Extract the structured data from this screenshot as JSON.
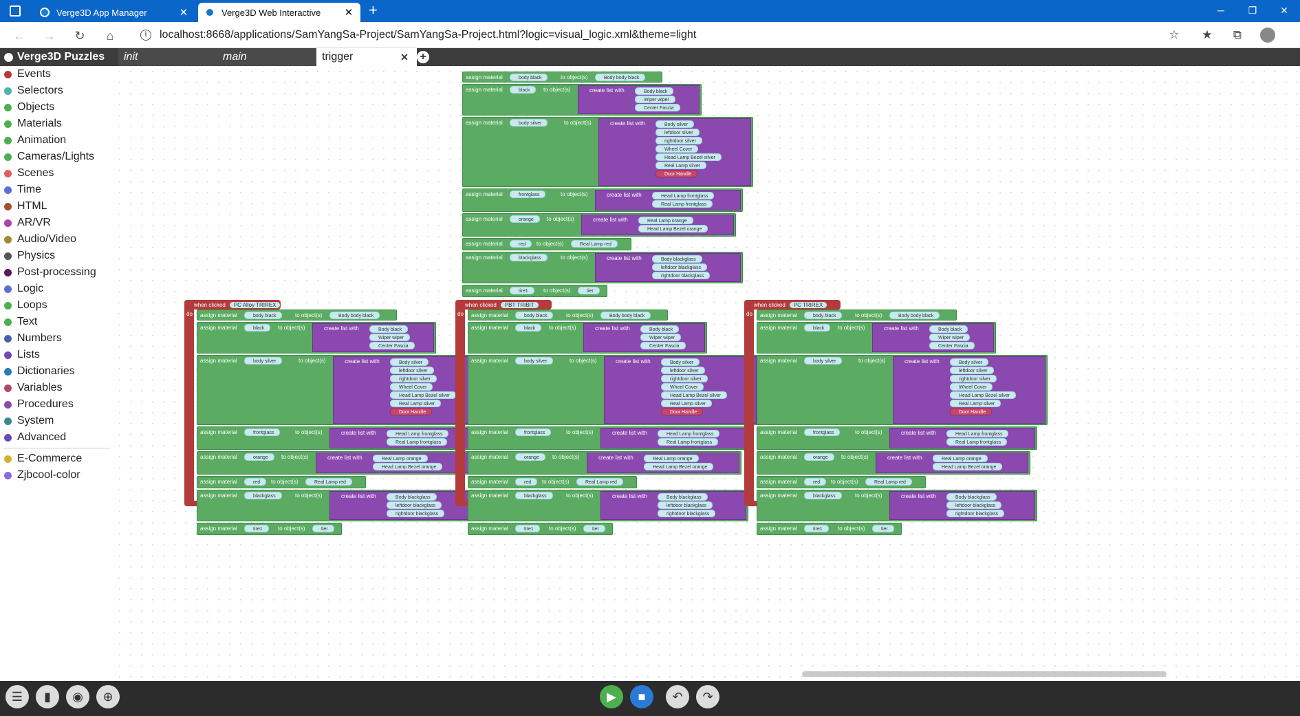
{
  "browser": {
    "tabs": [
      {
        "title": "Verge3D App Manager"
      },
      {
        "title": "Verge3D Web Interactive"
      }
    ],
    "url": "localhost:8668/applications/SamYangSa-Project/SamYangSa-Project.html?logic=visual_logic.xml&theme=light"
  },
  "header": {
    "logo": "Verge3D Puzzles",
    "tabs": [
      "init",
      "main",
      "trigger"
    ]
  },
  "toolbox": {
    "categories": [
      {
        "label": "Events",
        "color": "#b23b3b"
      },
      {
        "label": "Selectors",
        "color": "#4bb3b3"
      },
      {
        "label": "Objects",
        "color": "#4caf50"
      },
      {
        "label": "Materials",
        "color": "#4caf50"
      },
      {
        "label": "Animation",
        "color": "#4caf50"
      },
      {
        "label": "Cameras/Lights",
        "color": "#4caf50"
      },
      {
        "label": "Scenes",
        "color": "#e06060"
      },
      {
        "label": "Time",
        "color": "#5b6fd6"
      },
      {
        "label": "HTML",
        "color": "#a0522d"
      },
      {
        "label": "AR/VR",
        "color": "#b03fb0"
      },
      {
        "label": "Audio/Video",
        "color": "#a08a3a"
      },
      {
        "label": "Physics",
        "color": "#555555"
      },
      {
        "label": "Post-processing",
        "color": "#5a1a5a"
      },
      {
        "label": "Logic",
        "color": "#5b6fd6"
      },
      {
        "label": "Loops",
        "color": "#4caf50"
      },
      {
        "label": "Text",
        "color": "#4caf50"
      },
      {
        "label": "Numbers",
        "color": "#4a5fb0"
      },
      {
        "label": "Lists",
        "color": "#6a4bb0"
      },
      {
        "label": "Dictionaries",
        "color": "#2a7bb0"
      },
      {
        "label": "Variables",
        "color": "#b04a6a"
      },
      {
        "label": "Procedures",
        "color": "#8a4bb0"
      },
      {
        "label": "System",
        "color": "#3a8a8a"
      },
      {
        "label": "Advanced",
        "color": "#6a4bb0"
      }
    ],
    "extras": [
      {
        "label": "E-Commerce",
        "color": "#d4b030"
      },
      {
        "label": "Zjbcool-color",
        "color": "#8a6ae0"
      }
    ]
  },
  "puzzles": {
    "assign_label": "assign material",
    "to_label": "to object(s)",
    "list_label": "create list with",
    "when_label": "when clicked",
    "do_label": "do",
    "top_group": {
      "rows": [
        {
          "mat": "body black",
          "objs": [
            "Body body black"
          ]
        },
        {
          "mat": "black",
          "objs": [
            "Body black",
            "Wiper wiper",
            "Center Fascia"
          ]
        },
        {
          "mat": "body silver",
          "objs": [
            "Body silver",
            "leftdoor silver",
            "rightdoor silver",
            "Wheel Cover",
            "Head Lamp Bezel silver",
            "Real Lamp silver",
            "Door Handle"
          ]
        },
        {
          "mat": "frontglass",
          "objs": [
            "Head Lamp frontglass",
            "Real Lamp frontglass"
          ]
        },
        {
          "mat": "orange",
          "objs": [
            "Real Lamp orange",
            "Head Lamp Bezel orange"
          ]
        },
        {
          "mat": "red",
          "objs": [
            "Real Lamp red"
          ]
        },
        {
          "mat": "blackglass",
          "objs": [
            "Body blackglass",
            "leftdoor blackglass",
            "rightdoor blackglass"
          ]
        },
        {
          "mat": "tire1",
          "objs": [
            "tier"
          ]
        }
      ]
    },
    "click_groups": [
      {
        "trigger": "PC Alloy TRIREX"
      },
      {
        "trigger": "PBT TRIBIT"
      },
      {
        "trigger": "PC TRIREX"
      }
    ]
  }
}
